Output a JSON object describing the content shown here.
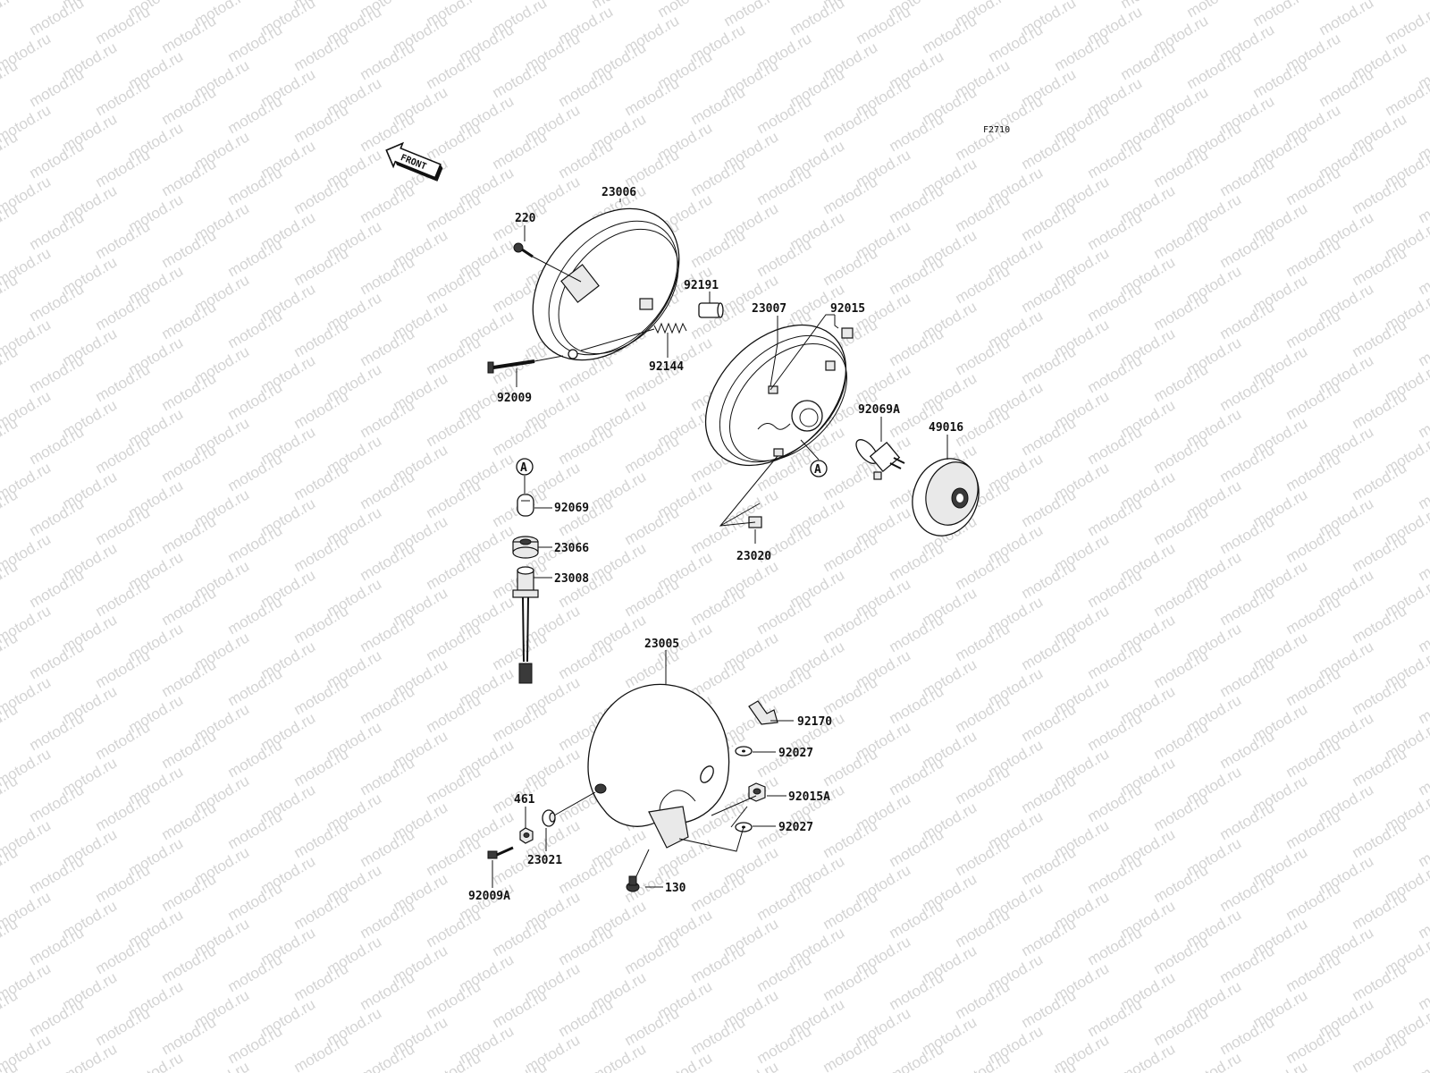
{
  "diagram": {
    "code": "F2710",
    "front_label": "FRONT",
    "watermark": "motod.ru",
    "ref_marker": "A",
    "parts": [
      {
        "id": "p-23006",
        "label": "23006"
      },
      {
        "id": "p-220",
        "label": "220"
      },
      {
        "id": "p-92191",
        "label": "92191"
      },
      {
        "id": "p-92144",
        "label": "92144"
      },
      {
        "id": "p-92009",
        "label": "92009"
      },
      {
        "id": "p-23007",
        "label": "23007"
      },
      {
        "id": "p-92015",
        "label": "92015"
      },
      {
        "id": "p-92069A",
        "label": "92069A"
      },
      {
        "id": "p-49016",
        "label": "49016"
      },
      {
        "id": "p-92069",
        "label": "92069"
      },
      {
        "id": "p-23066",
        "label": "23066"
      },
      {
        "id": "p-23008",
        "label": "23008"
      },
      {
        "id": "p-23020",
        "label": "23020"
      },
      {
        "id": "p-23005",
        "label": "23005"
      },
      {
        "id": "p-92170",
        "label": "92170"
      },
      {
        "id": "p-92027a",
        "label": "92027"
      },
      {
        "id": "p-92015A",
        "label": "92015A"
      },
      {
        "id": "p-92027b",
        "label": "92027"
      },
      {
        "id": "p-461",
        "label": "461"
      },
      {
        "id": "p-23021",
        "label": "23021"
      },
      {
        "id": "p-130",
        "label": "130"
      },
      {
        "id": "p-92009A",
        "label": "92009A"
      }
    ]
  }
}
